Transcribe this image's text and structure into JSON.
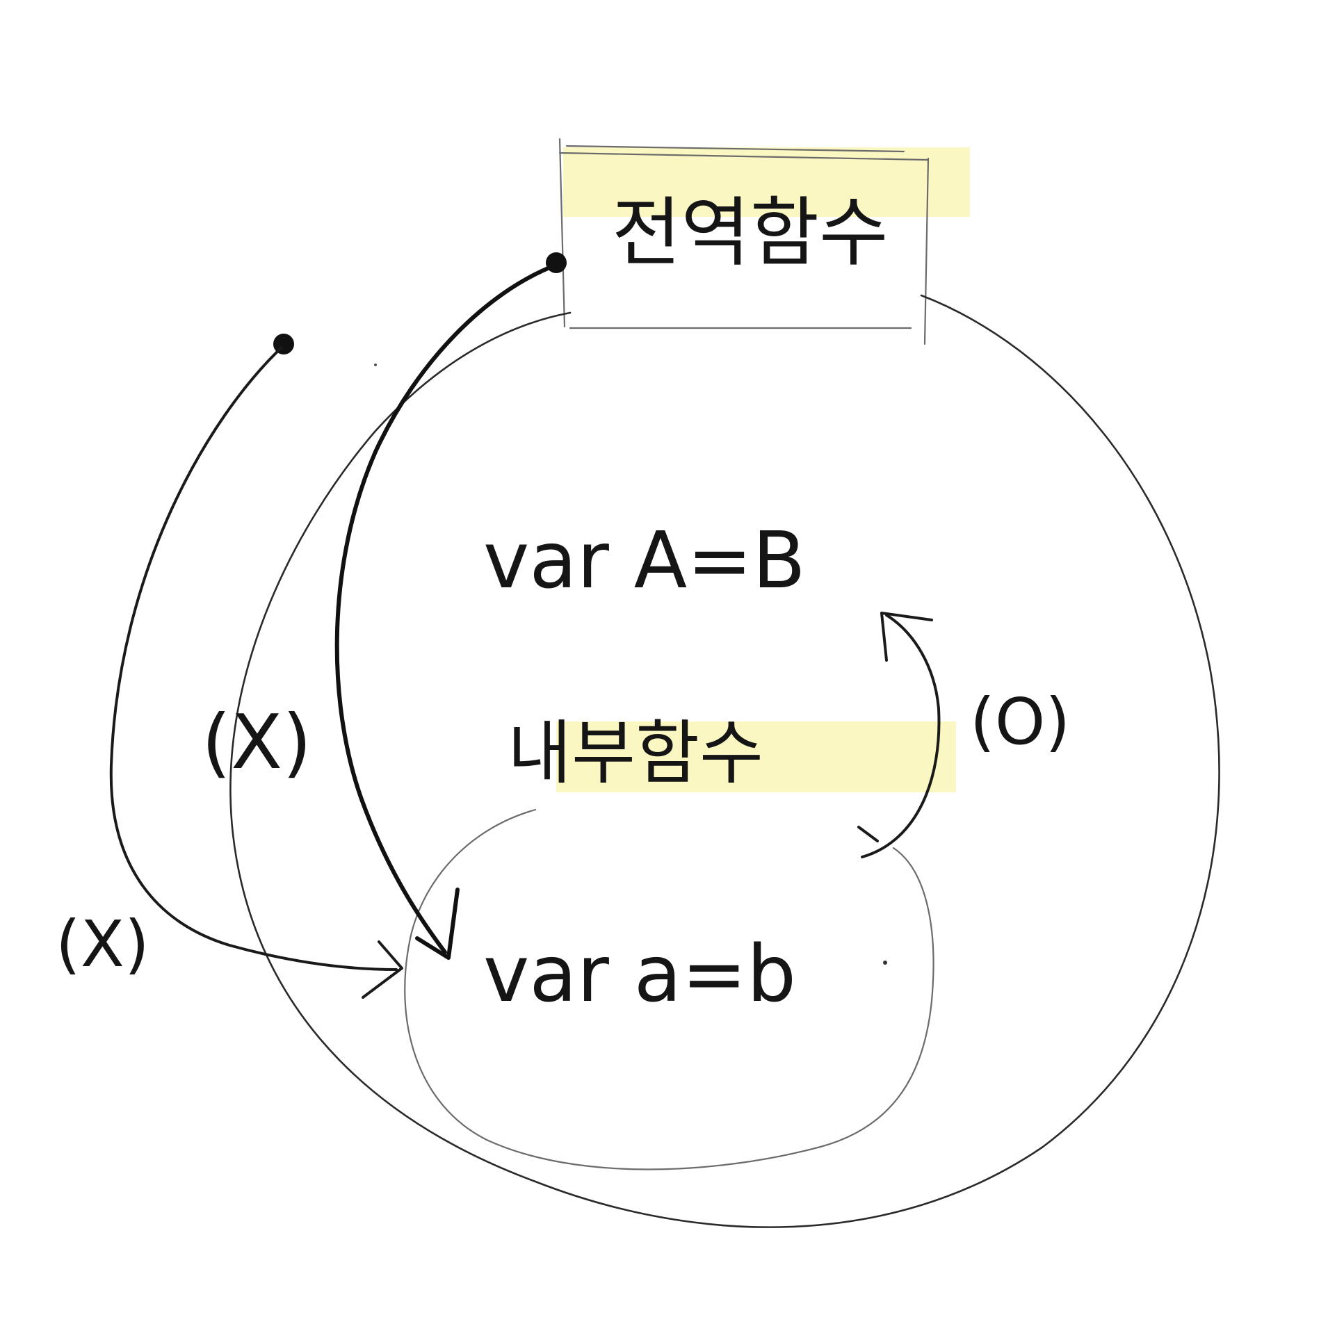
{
  "scopes": {
    "global": {
      "label": "전역함수",
      "highlight_color": "#fbf7bf"
    },
    "outer": {
      "code": "var A=B"
    },
    "inner": {
      "label": "내부함수",
      "highlight_color": "#fbf7bf",
      "code": "var a=b"
    }
  },
  "access_marks": {
    "outer_to_inner_1": "(X)",
    "outer_to_inner_2": "(X)",
    "inner_to_outer": "(O)"
  },
  "colors": {
    "ink": "#151515",
    "pencil": "#6b6b6b",
    "highlight": "#fbf7bf",
    "paper": "#ffffff"
  }
}
